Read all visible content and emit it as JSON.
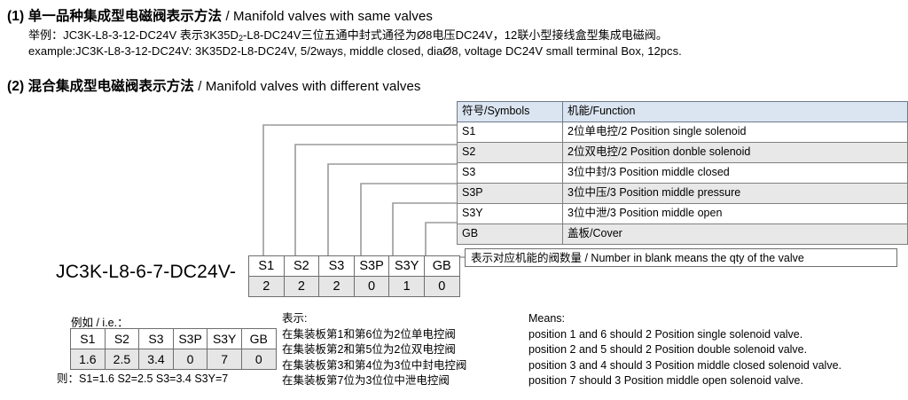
{
  "section1": {
    "number": "(1)",
    "heading_cn": "单一品种集成型电磁阀表示方法",
    "heading_en": "/ Manifold valves with same valves",
    "example_cn_pre": "举例：JC3K-L8-3-12-DC24V 表示3K35D",
    "example_cn_sub": "2",
    "example_cn_post": "-L8-DC24V三位五通中封式通径为Ø8电压DC24V，12联小型接线盒型集成电磁阀。",
    "example_en": "example:JC3K-L8-3-12-DC24V: 3K35D2-L8-DC24V, 5/2ways, middle closed, diaØ8, voltage DC24V small terminal Box, 12pcs."
  },
  "section2": {
    "number": "(2)",
    "heading_cn": "混合集成型电磁阀表示方法",
    "heading_en": "/ Manifold valves with different valves"
  },
  "symbols_table": {
    "headers": [
      "符号/Symbols",
      "机能/Function"
    ],
    "rows": [
      {
        "symbol": "S1",
        "function": "2位单电控/2 Position single solenoid"
      },
      {
        "symbol": "S2",
        "function": "2位双电控/2 Position donble solenoid"
      },
      {
        "symbol": "S3",
        "function": "3位中封/3 Position middle closed"
      },
      {
        "symbol": "S3P",
        "function": "3位中压/3 Position middle pressure"
      },
      {
        "symbol": "S3Y",
        "function": "3位中泄/3 Position middle open"
      },
      {
        "symbol": "GB",
        "function": "盖板/Cover"
      }
    ]
  },
  "model": {
    "designation": "JC3K-L8-6-7-DC24V-",
    "symbols": [
      "S1",
      "S2",
      "S3",
      "S3P",
      "S3Y",
      "GB"
    ],
    "values": [
      "2",
      "2",
      "2",
      "0",
      "1",
      "0"
    ]
  },
  "callout": {
    "text": "表示对应机能的阀数量 / Number in blank means the qty of the valve"
  },
  "example": {
    "label": "例如 / i.e.：",
    "symbols": [
      "S1",
      "S2",
      "S3",
      "S3P",
      "S3Y",
      "GB"
    ],
    "values": [
      "1.6",
      "2.5",
      "3.4",
      "0",
      "7",
      "0"
    ],
    "conclusion": "则：S1=1.6  S2=2.5  S3=3.4  S3Y=7"
  },
  "explanation_cn": {
    "title": "表示:",
    "lines": [
      "在集装板第1和第6位为2位单电控阀",
      "在集装板第2和第5位为2位双电控阀",
      "在集装板第3和第4位为3位中封电控阀",
      "在集装板第7位为3位位中泄电控阀"
    ]
  },
  "explanation_en": {
    "title": "Means:",
    "lines": [
      "position 1 and 6 should 2 Position single solenoid valve.",
      "position 2 and 5 should 2 Position double solenoid valve.",
      "position 3 and 4 should 3 Position middle closed solenoid valve.",
      "position 7 should 3 Position middle open solenoid valve."
    ]
  },
  "colors": {
    "table_header_bg": "#dbe5f1",
    "row_alt_bg": "#e8e8e8",
    "value_row_bg": "#e6e6e6",
    "border": "#808080",
    "leader_line": "#9a9a9a"
  }
}
